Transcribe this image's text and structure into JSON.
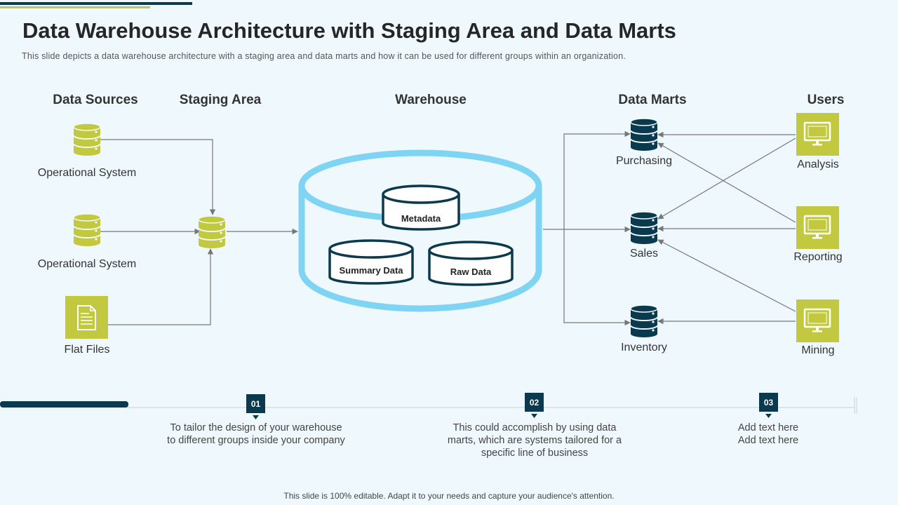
{
  "title": "Data Warehouse Architecture with Staging Area and Data Marts",
  "subtitle": "This slide depicts a data warehouse architecture with a staging area and data marts and how it can be used for different groups within an organization.",
  "columns": {
    "sources": "Data Sources",
    "staging": "Staging Area",
    "warehouse": "Warehouse",
    "marts": "Data Marts",
    "users": "Users"
  },
  "sources": {
    "op1": "Operational System",
    "op2": "Operational System",
    "flat": "Flat Files"
  },
  "warehouse_items": {
    "metadata": "Metadata",
    "summary": "Summary Data",
    "raw": "Raw Data"
  },
  "marts": {
    "purchasing": "Purchasing",
    "sales": "Sales",
    "inventory": "Inventory"
  },
  "users": {
    "analysis": "Analysis",
    "reporting": "Reporting",
    "mining": "Mining"
  },
  "timeline": [
    {
      "num": "01",
      "text": "To tailor the design of your warehouse\nto different groups inside your company"
    },
    {
      "num": "02",
      "text": "This could accomplish by using data\nmarts, which are systems tailored for a\nspecific line of business"
    },
    {
      "num": "03",
      "text": "Add text here\nAdd text here"
    }
  ],
  "footer": "This slide is 100% editable. Adapt it to your needs and capture your audience's attention.",
  "colors": {
    "accent_green": "#c3c93e",
    "navy": "#0b3a4e",
    "warehouse_blue": "#7fd4f3",
    "background": "#eff9fd"
  }
}
